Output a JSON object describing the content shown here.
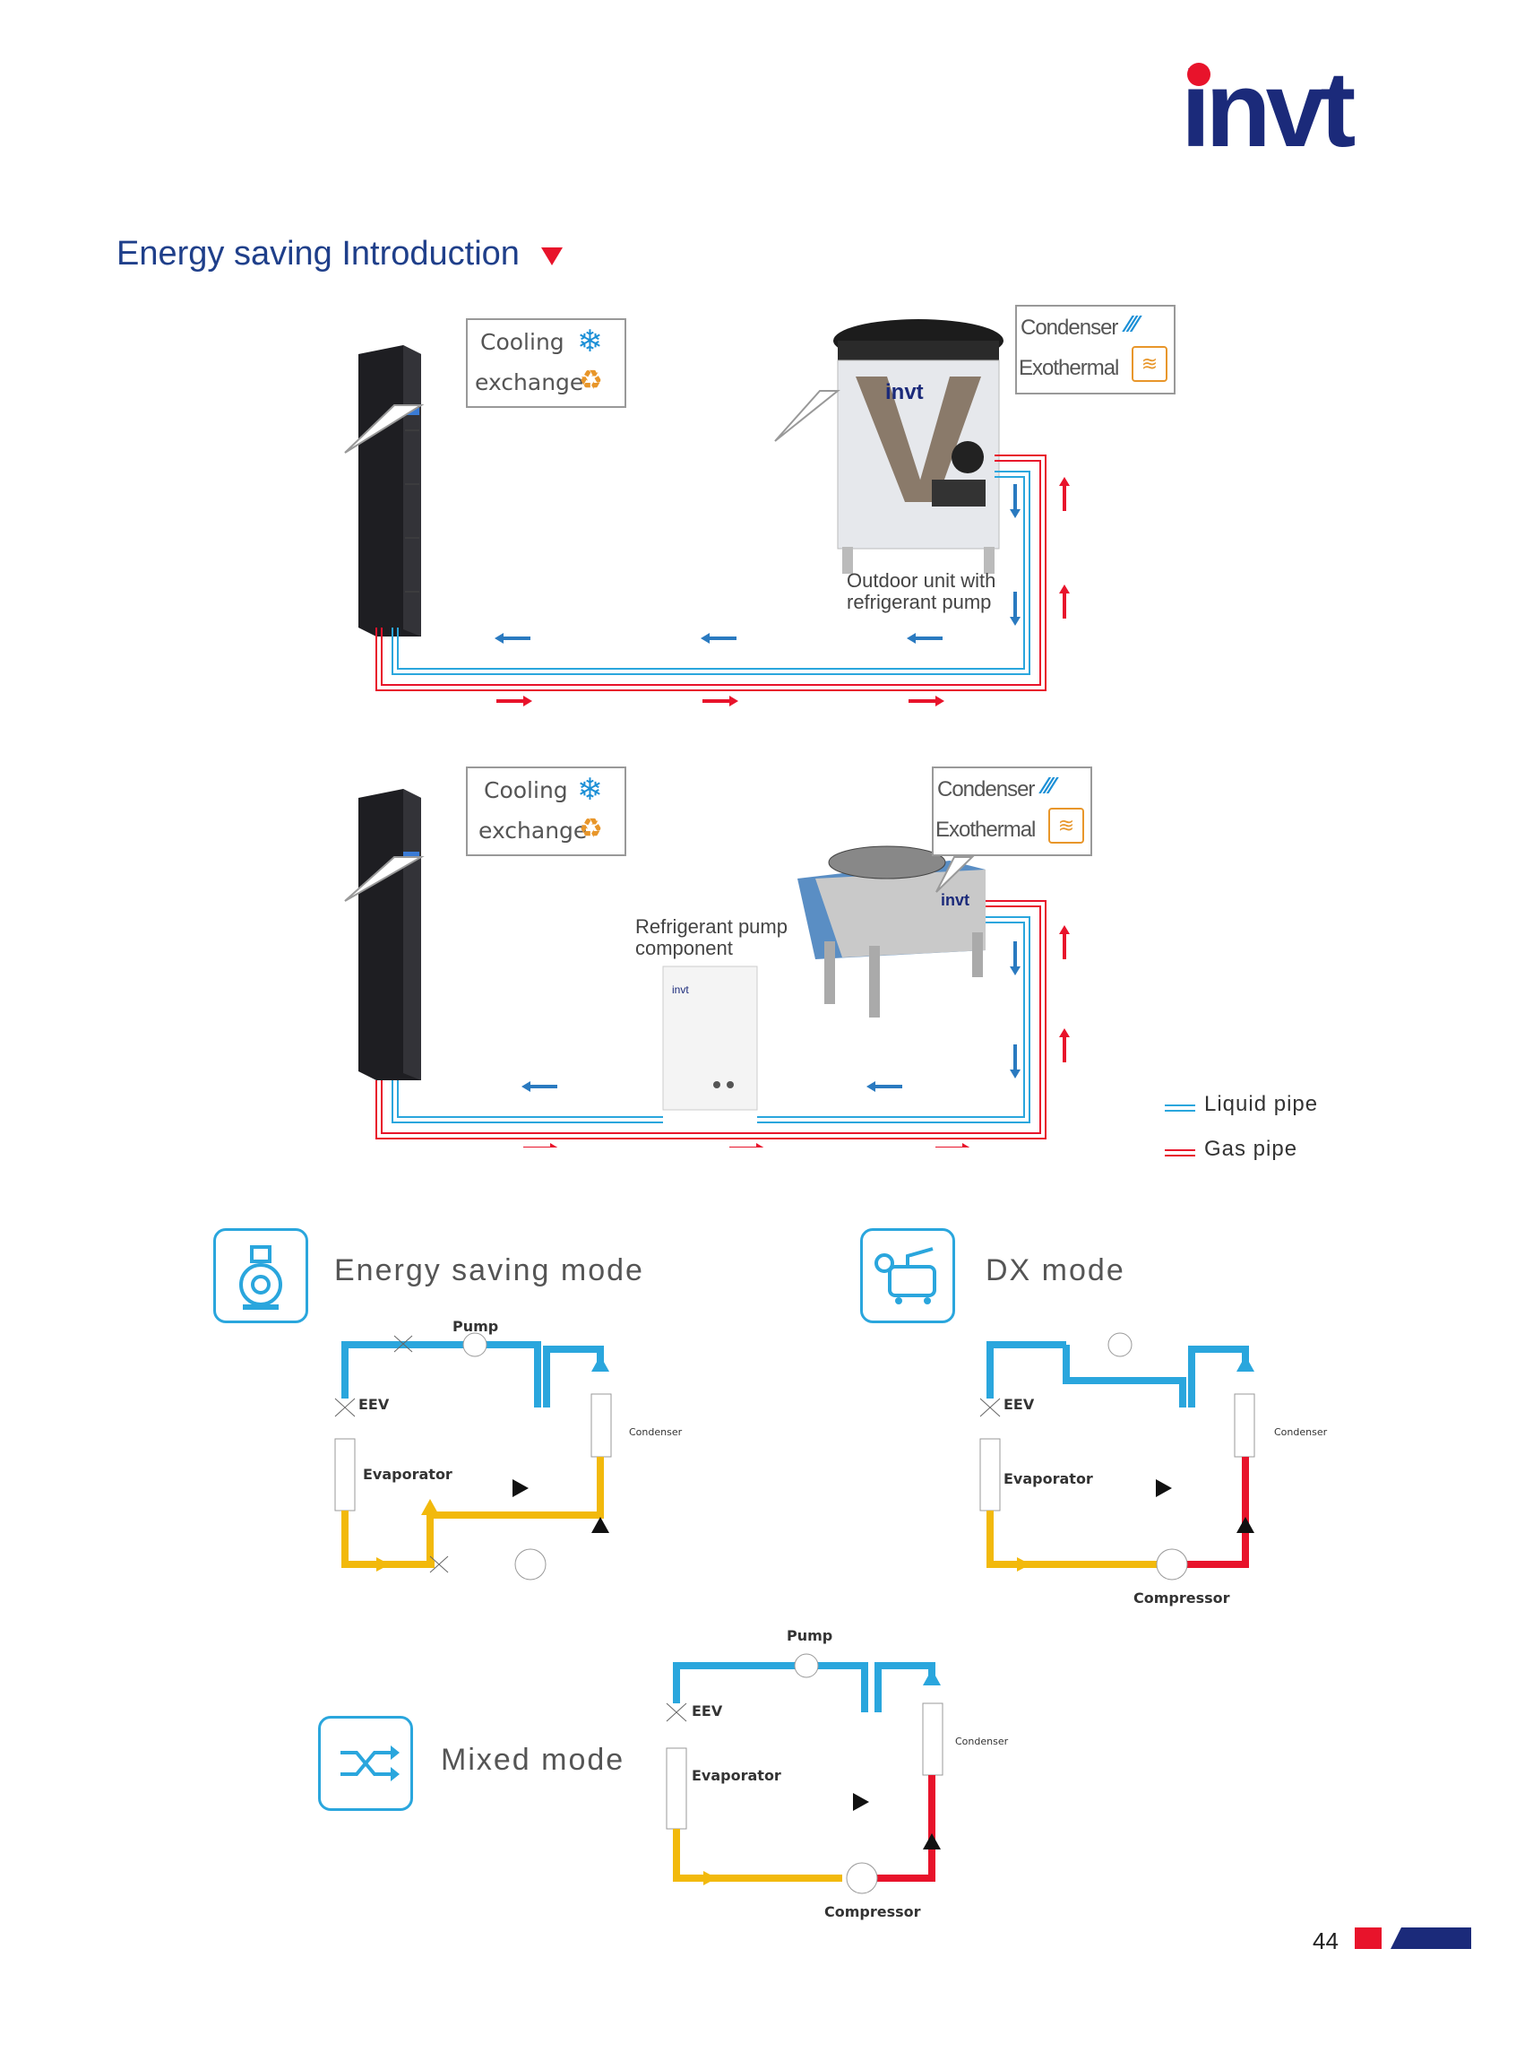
{
  "brand": {
    "logo_text": "invt"
  },
  "header": {
    "title": "Energy saving Introduction"
  },
  "callouts": {
    "cooling": "Cooling",
    "exchange": "exchange",
    "condenser": "Condenser",
    "exothermal": "Exothermal"
  },
  "figure1": {
    "unit_label": "Outdoor unit with refrigerant pump"
  },
  "figure2": {
    "pump_label": "Refrigerant pump component"
  },
  "legend": {
    "liquid": "Liquid pipe",
    "gas": "Gas pipe"
  },
  "modes": {
    "energy": "Energy saving mode",
    "dx": "DX mode",
    "mixed": "Mixed mode"
  },
  "diagram": {
    "pump": "Pump",
    "eev": "EEV",
    "condenser": "Condenser",
    "evaporator": "Evaporator",
    "compressor": "Compressor"
  },
  "footer": {
    "page_number": "44"
  },
  "colors": {
    "liquid": "#2aa6dd",
    "gas": "#e8132b",
    "yellow": "#f2b90c",
    "navy": "#1b2a7a"
  }
}
